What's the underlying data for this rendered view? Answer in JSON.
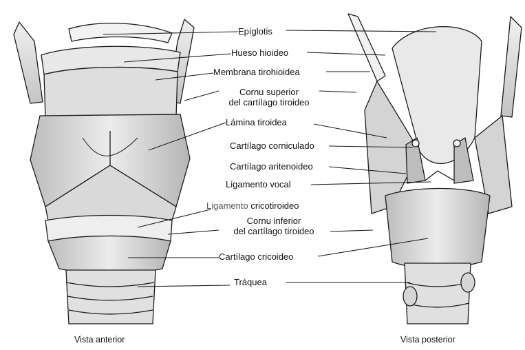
{
  "views": {
    "anterior": "Vista anterior",
    "posterior": "Vista posterior"
  },
  "labels": {
    "epiglotis": "Epíglotis",
    "hueso_hioideo": "Hueso hioideo",
    "membrana_tirohioidea": "Membrana tirohioidea",
    "cornu_superior_1": "Cornu superior",
    "cornu_superior_2": "del cartílago tiroideo",
    "lamina_tiroidea": "Lámina tiroidea",
    "cartilago_corniculado": "Cartílago corniculado",
    "cartilago_aritenoideo": "Cartílago aritenoideo",
    "ligamento_vocal": "Ligamento vocal",
    "ligamento_cricotiroideo_a": "Ligamento",
    "ligamento_cricotiroideo_b": "cricotiroideo",
    "cornu_inferior_1": "Cornu inferior",
    "cornu_inferior_2": "del cartílago tiroideo",
    "cartilago_cricoideo": "Cartílago cricoideo",
    "traquea": "Tráquea"
  },
  "colors": {
    "ink": "#1a1a1a",
    "cartilage_light": "#e6e6e6",
    "cartilage_mid": "#cfcfcf",
    "cartilage_dark": "#9a9a9a",
    "paper": "#ffffff"
  }
}
